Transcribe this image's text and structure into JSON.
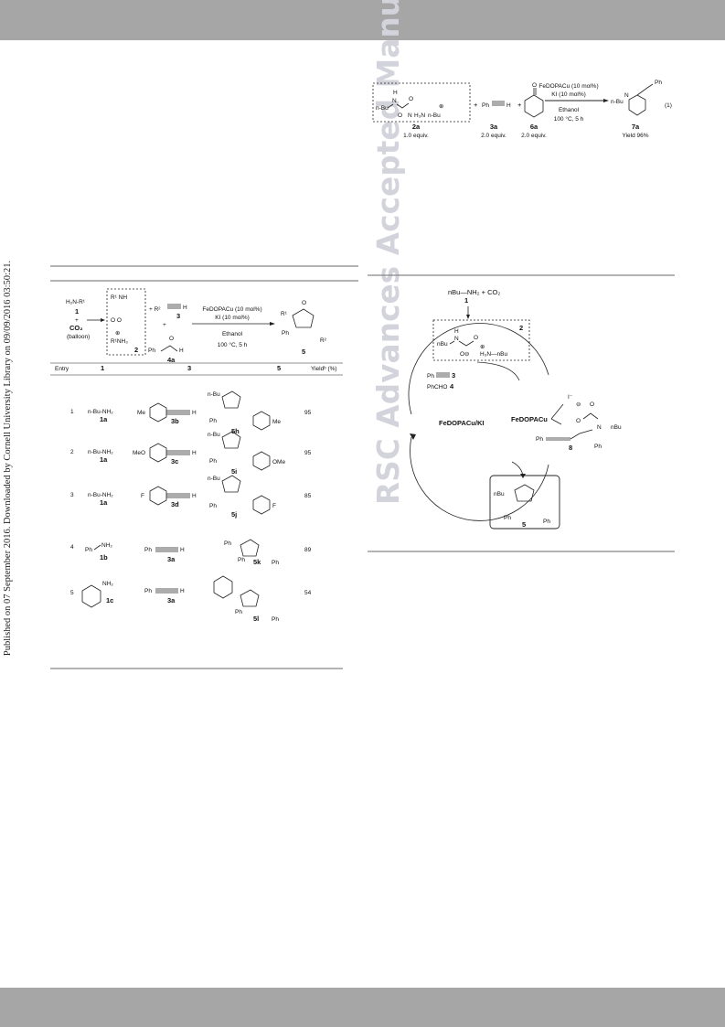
{
  "side_note": "Published on 07 September 2016. Downloaded by Cornell University Library on 09/09/2016 03:50:21.",
  "watermark": "RSC Advances Accepted Manuscript",
  "eq1": {
    "reagent_2a_label": "2a",
    "reagent_2a_equiv": "1.0 equiv.",
    "reagent_3a_label": "3a",
    "reagent_3a_equiv": "2.0 equiv.",
    "reagent_6a_label": "6a",
    "reagent_6a_equiv": "2.0 equiv.",
    "catalyst": "FeDOPACu (10 mol%)",
    "additive": "KI (10 mol%)",
    "solvent": "Ethanol",
    "conditions": "100 °C, 5 h",
    "product_label": "7a",
    "product_yield": "Yield 96%",
    "eq_number": "(1)",
    "nbu": "n-Bu",
    "ph": "Ph",
    "h": "H",
    "n": "N",
    "o": "O"
  },
  "table": {
    "amine_generic": "H₂N-R¹",
    "amine_label": "1",
    "co2": "CO₂",
    "balloon": "(balloon)",
    "intermediate_label": "2",
    "alkyne_label": "3",
    "aldehyde_label": "4a",
    "catalyst": "FeDOPACu (10 mol%)",
    "additive": "KI (10 mol%)",
    "solvent": "Ethanol",
    "conditions": "100 °C, 5 h",
    "product_label": "5",
    "headers": [
      "Entry",
      "1",
      "3",
      "5",
      "Yieldᵇ (%)"
    ],
    "rows": [
      {
        "entry": "1",
        "amine": "n-Bu-NH₂",
        "amine_label": "1a",
        "alkyne_sub": "Me",
        "alkyne_label": "3b",
        "product_label": "5h",
        "product_sub": "Me",
        "yield": "95"
      },
      {
        "entry": "2",
        "amine": "n-Bu-NH₂",
        "amine_label": "1a",
        "alkyne_sub": "MeO",
        "alkyne_label": "3c",
        "product_label": "5i",
        "product_sub": "OMe",
        "yield": "95"
      },
      {
        "entry": "3",
        "amine": "n-Bu-NH₂",
        "amine_label": "1a",
        "alkyne_sub": "F",
        "alkyne_label": "3d",
        "product_label": "5j",
        "product_sub": "F",
        "yield": "85"
      },
      {
        "entry": "4",
        "amine": "NH₂",
        "amine_label": "1b",
        "alkyne_sub": "Ph",
        "alkyne_label": "3a",
        "product_label": "5k",
        "product_sub": "Ph",
        "yield": "89"
      },
      {
        "entry": "5",
        "amine": "NH₂",
        "amine_label": "1c",
        "alkyne_sub": "Ph",
        "alkyne_label": "3a",
        "product_label": "5l",
        "product_sub": "Ph",
        "yield": "54"
      }
    ]
  },
  "scheme": {
    "top_reaction": "nBu—NH₂ + CO₂",
    "top_label": "1",
    "intermediate_label": "2",
    "alkyne": "Ph—≡— 3",
    "aldehyde": "PhCHO 4",
    "catalyst_left": "FeDOPACu/KI",
    "catalyst_complex": "FeDOPACu",
    "iodide": "I⁻",
    "intermediate8": "8",
    "product_label": "5",
    "nbu": "nBu",
    "ph": "Ph"
  }
}
